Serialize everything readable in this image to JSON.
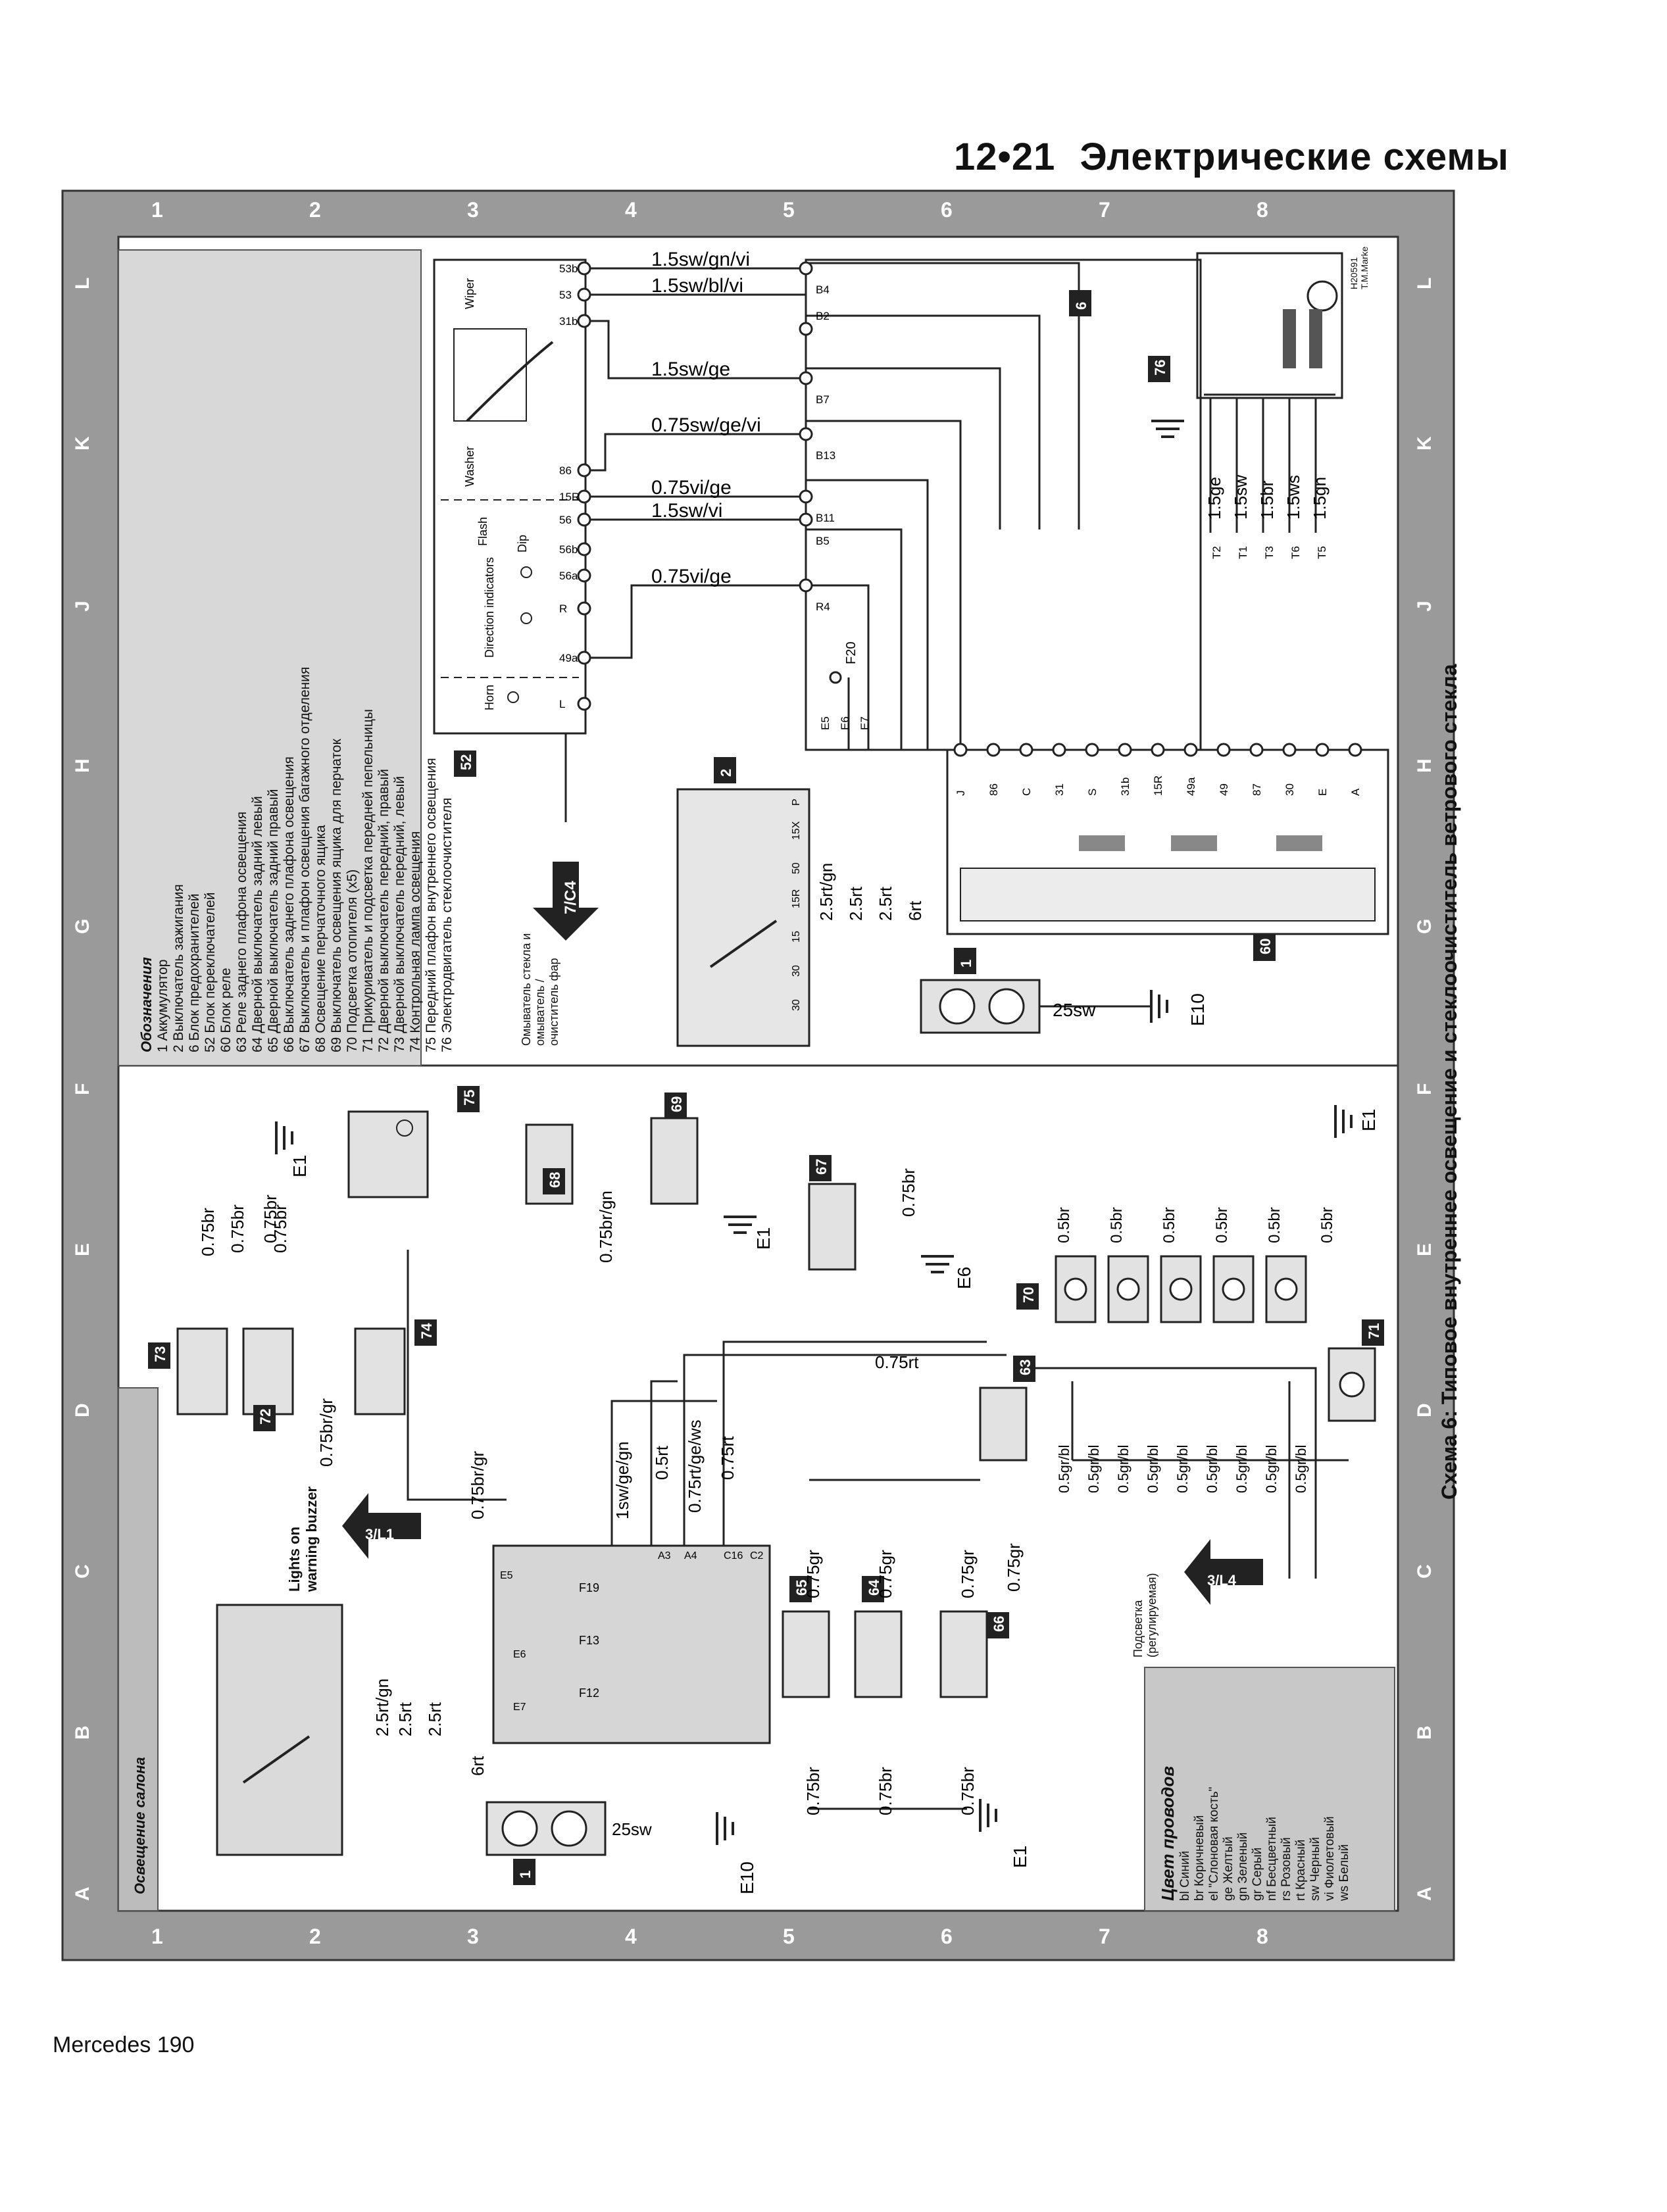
{
  "header": {
    "page": "12•21",
    "title": "Электрические схемы"
  },
  "footer": {
    "text": "Mercedes 190"
  },
  "diagram": {
    "caption": "Схема 6: Типовое внутреннее освещение и стеклоочиститель ветрового стекла",
    "grid_cols": [
      "1",
      "2",
      "3",
      "4",
      "5",
      "6",
      "7",
      "8"
    ],
    "grid_rows": [
      "L",
      "K",
      "J",
      "H",
      "G",
      "F",
      "E",
      "D",
      "C",
      "B",
      "A"
    ],
    "author_code": "H20591",
    "author_name": "T.M.Marke"
  },
  "legend": {
    "title": "Обозначения",
    "items": [
      "1   Аккумулятор",
      "2   Выключатель зажигания",
      "6   Блок предохранителей",
      "52  Блок переключателей",
      "60  Блок реле",
      "63  Реле заднего плафона освещения",
      "64  Дверной выключатель задний левый",
      "65  Дверной выключатель задний правый",
      "66  Выключатель заднего плафона освещения",
      "67  Выключатель и плафон освещения багажного отделения",
      "68  Освещение перчаточного ящика",
      "69  Выключатель освещения ящика для перчаток",
      "70  Подсветка отопителя (x5)",
      "71  Прикуриватель и подсветка передней пепельницы",
      "72  Дверной выключатель передний, правый",
      "73  Дверной выключатель передний, левый",
      "74  Контрольная лампа освещения",
      "75  Передний плафон внутреннего освещения",
      "76  Электродвигатель стеклоочистителя"
    ]
  },
  "colors_legend": {
    "title": "Цвет проводов",
    "items": [
      "bl Синий",
      "br Коричневый",
      "el \"Слоновая кость\"",
      "ge Желтый",
      "gn Зеленый",
      "gr Серый",
      "nf Бесцветный",
      "rs Розовый",
      "rt Красный",
      "sw Черный",
      "vi Фиолетовый",
      "ws Белый"
    ]
  },
  "upper_circuit": {
    "wires": [
      "1.5sw/gn/vi",
      "1.5sw/bl/vi",
      "1.5sw/ge",
      "0.75sw/ge/vi",
      "0.75vi/ge",
      "1.5sw/vi",
      "0.75vi/ge"
    ],
    "terminals_52": [
      "53b",
      "53",
      "31b",
      "86",
      "15R",
      "56",
      "56b",
      "56a",
      "R",
      "49a",
      "L"
    ],
    "labels_52": [
      "Wiper",
      "Washer",
      "Flash",
      "Dip",
      "Direction indicators",
      "Horn"
    ],
    "fuse_pins": [
      "B4",
      "B2",
      "B7",
      "B13",
      "B11",
      "B5",
      "R4"
    ],
    "fuse": "F20",
    "fuse_out": [
      "E5",
      "E6",
      "E7"
    ],
    "motor_wires": [
      "1.5ge",
      "1.5sw",
      "1.5br",
      "1.5ws",
      "1.5gn"
    ],
    "motor_pins": [
      "T2",
      "T1",
      "T3",
      "T6",
      "T5"
    ],
    "relay_pins": [
      "J",
      "86",
      "C",
      "31",
      "S",
      "31b",
      "15R",
      "49a",
      "49",
      "87",
      "30",
      "E",
      "A"
    ],
    "ignition_wires": [
      "2.5rt/gn",
      "2.5rt",
      "2.5rt",
      "6rt"
    ],
    "ignition_pins": [
      "P",
      "15X",
      "50",
      "15R",
      "15",
      "30",
      "30"
    ],
    "battery_wire": "25sw",
    "ground": "E10",
    "off_sheet": "7/C4",
    "off_sheet_label": "Омыватель стекла и омыватель / очиститель фар"
  },
  "lower_circuit": {
    "section_label": "Освещение салона",
    "wires": [
      "1sw/ge/gn",
      "0.5rt",
      "0.75rt/ge/ws",
      "0.75rt",
      "0.75rt",
      "0.75br",
      "0.75br",
      "0.75br",
      "0.75br/gr",
      "0.75br/gr",
      "0.75br/gn",
      "0.75br",
      "0.75br",
      "2.5rt/gn",
      "2.5rt",
      "2.5rt",
      "6rt",
      "25sw"
    ],
    "fuse_pins": [
      "E5",
      "E6",
      "E7",
      "A3",
      "A4",
      "C16",
      "C2"
    ],
    "fuses": [
      "F19",
      "F13",
      "F12"
    ],
    "switch_wires": [
      "0.75gr",
      "0.75gr",
      "0.75gr",
      "0.75gr",
      "0.75br",
      "0.75br",
      "0.75br"
    ],
    "heater_wires_top": [
      "0.5br",
      "0.5br",
      "0.5br",
      "0.5br",
      "0.5br",
      "0.5br"
    ],
    "heater_wires_bottom": [
      "0.5gr/bl",
      "0.5gr/bl",
      "0.5gr/bl",
      "0.5gr/bl",
      "0.5gr/bl",
      "0.5gr/bl",
      "0.5gr/bl",
      "0.5gr/bl",
      "0.5gr/bl"
    ],
    "grounds": [
      "E1",
      "E1",
      "E1",
      "E1",
      "E6",
      "E10"
    ],
    "off_sheet": [
      "3/L1",
      "3/L4"
    ],
    "buzzer_label": "Lights on warning buzzer",
    "illum_label": "Подсветка (регулируемая)"
  },
  "components": {
    "c1": "1",
    "c2": "2",
    "c6": "6",
    "c52": "52",
    "c60": "60",
    "c63": "63",
    "c64": "64",
    "c65": "65",
    "c66": "66",
    "c67": "67",
    "c68": "68",
    "c69": "69",
    "c70": "70",
    "c71": "71",
    "c72": "72",
    "c73": "73",
    "c74": "74",
    "c75": "75",
    "c76": "76"
  }
}
